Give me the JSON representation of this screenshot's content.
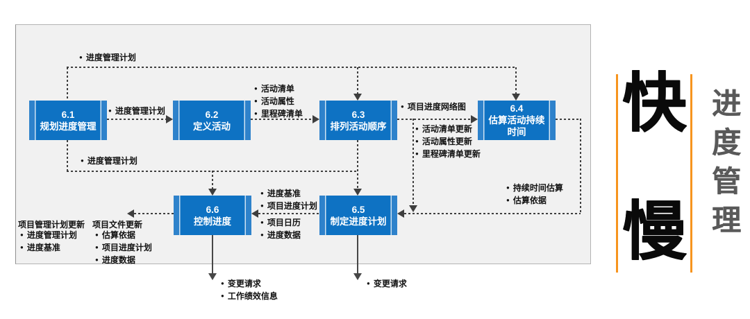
{
  "diagram": {
    "boxes": [
      {
        "id": "6.1",
        "name": "规划进度管理"
      },
      {
        "id": "6.2",
        "name": "定义活动"
      },
      {
        "id": "6.3",
        "name": "排列活动顺序"
      },
      {
        "id": "6.4",
        "name": "估算活动持续时间"
      },
      {
        "id": "6.5",
        "name": "制定进度计划"
      },
      {
        "id": "6.6",
        "name": "控制进度"
      }
    ],
    "labels": {
      "top_plan": "进度管理计划",
      "plan_61_to_62": "进度管理计划",
      "mid_plan": "进度管理计划",
      "outputs_62": [
        "活动清单",
        "活动属性",
        "里程碑清单"
      ],
      "network_diagram": "项目进度网络图",
      "updates_63": [
        "活动清单更新",
        "活动属性更新",
        "里程碑清单更新"
      ],
      "outputs_64": [
        "持续时间估算",
        "估算依据"
      ],
      "into_66_upper": [
        "进度基准",
        "项目进度计划"
      ],
      "into_66_lower": [
        "项目日历",
        "进度数据"
      ],
      "pm_plan_updates": {
        "title": "项目管理计划更新",
        "items": [
          "进度管理计划",
          "进度基准"
        ]
      },
      "doc_updates": {
        "title": "项目文件更新",
        "items": [
          "估算依据",
          "项目进度计划",
          "进度数据"
        ]
      },
      "outputs_66_bottom": [
        "变更请求",
        "工作绩效信息"
      ],
      "outputs_65_bottom": [
        "变更请求"
      ]
    },
    "side_panel": {
      "fast_char": "快",
      "slow_char": "慢",
      "vertical_title": "进度管理"
    },
    "colors": {
      "box_blue": "#0e72c3",
      "accent_orange": "#f7941e",
      "line_dark": "#3e3e3e",
      "panel_gray": "#f1f1f1",
      "side_text_gray": "#595959"
    }
  }
}
